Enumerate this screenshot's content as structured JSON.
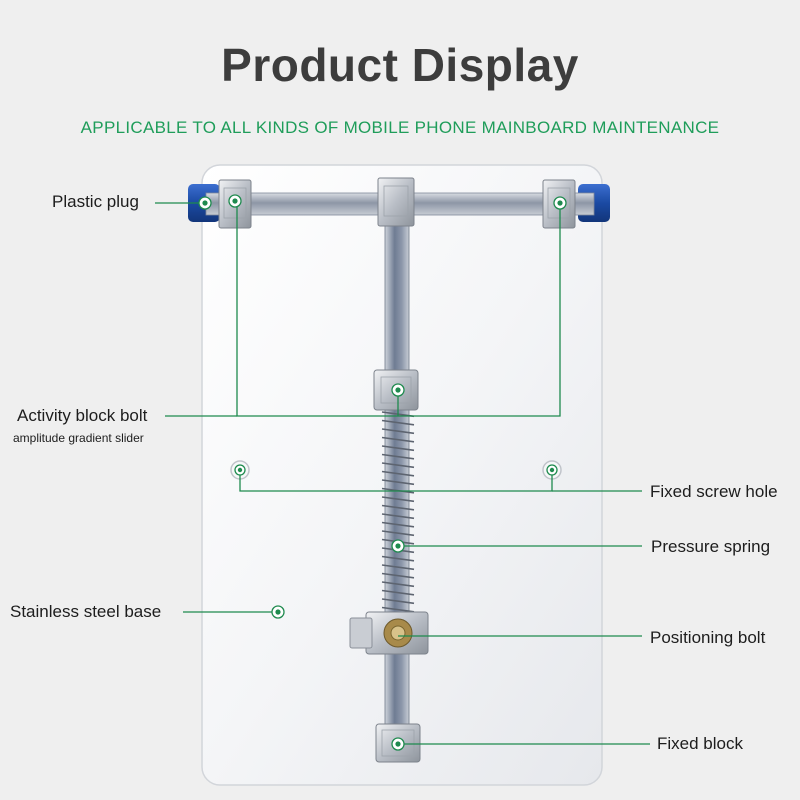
{
  "title": "Product Display",
  "subtitle": "APPLICABLE TO ALL KINDS OF MOBILE PHONE MAINBOARD MAINTENANCE",
  "labels": {
    "plastic_plug": "Plastic plug",
    "activity_block_bolt": "Activity block bolt",
    "activity_block_bolt_sub": "amplitude gradient slider",
    "fixed_screw_hole": "Fixed screw hole",
    "pressure_spring": "Pressure spring",
    "stainless_steel_base": "Stainless steel base",
    "positioning_bolt": "Positioning bolt",
    "fixed_block": "Fixed block"
  },
  "colors": {
    "title": "#3d3d3d",
    "accent_green": "#1f9d5a",
    "plug_blue": "#1f4fa8",
    "marker_green": "#1e8a4e"
  }
}
